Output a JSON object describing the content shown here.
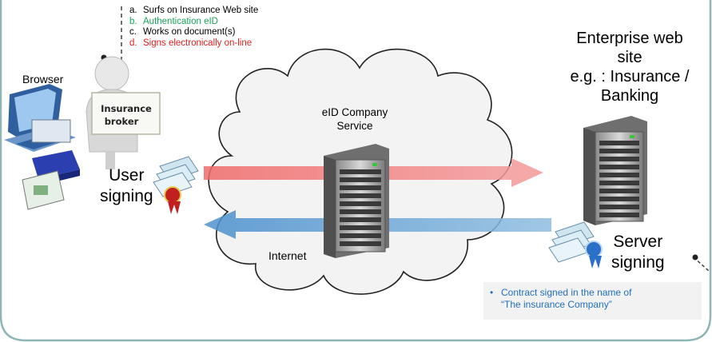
{
  "steps": [
    {
      "marker": "a.",
      "text": "Surfs on Insurance Web site",
      "color": "#000000"
    },
    {
      "marker": "b.",
      "text": "Authentication eID",
      "color": "#1aa35a"
    },
    {
      "marker": "c.",
      "text": "Works on document(s)",
      "color": "#000000"
    },
    {
      "marker": "d.",
      "text": "Signs electronically on-line",
      "color": "#e02020"
    }
  ],
  "labels": {
    "browser": "Browser",
    "broker_line1": "Insurance",
    "broker_line2": "broker",
    "user_signing_line1": "User",
    "user_signing_line2": "signing",
    "eid_line1": "eID Company",
    "eid_line2": "Service",
    "internet": "Internet",
    "enterprise_line1": "Enterprise web",
    "enterprise_line2": "site",
    "enterprise_line3": "e.g. : Insurance /",
    "enterprise_line4": "Banking",
    "server_signing_line1": "Server",
    "server_signing_line2": "signing"
  },
  "note": {
    "bullet": "•",
    "line1": "Contract signed in the name of",
    "line2": "“The insurance Company”"
  },
  "colors": {
    "arrow_red": "#f08080",
    "arrow_blue": "#6fa8d6",
    "frame": "#8fb5b5",
    "note_text": "#1f6fc0"
  }
}
